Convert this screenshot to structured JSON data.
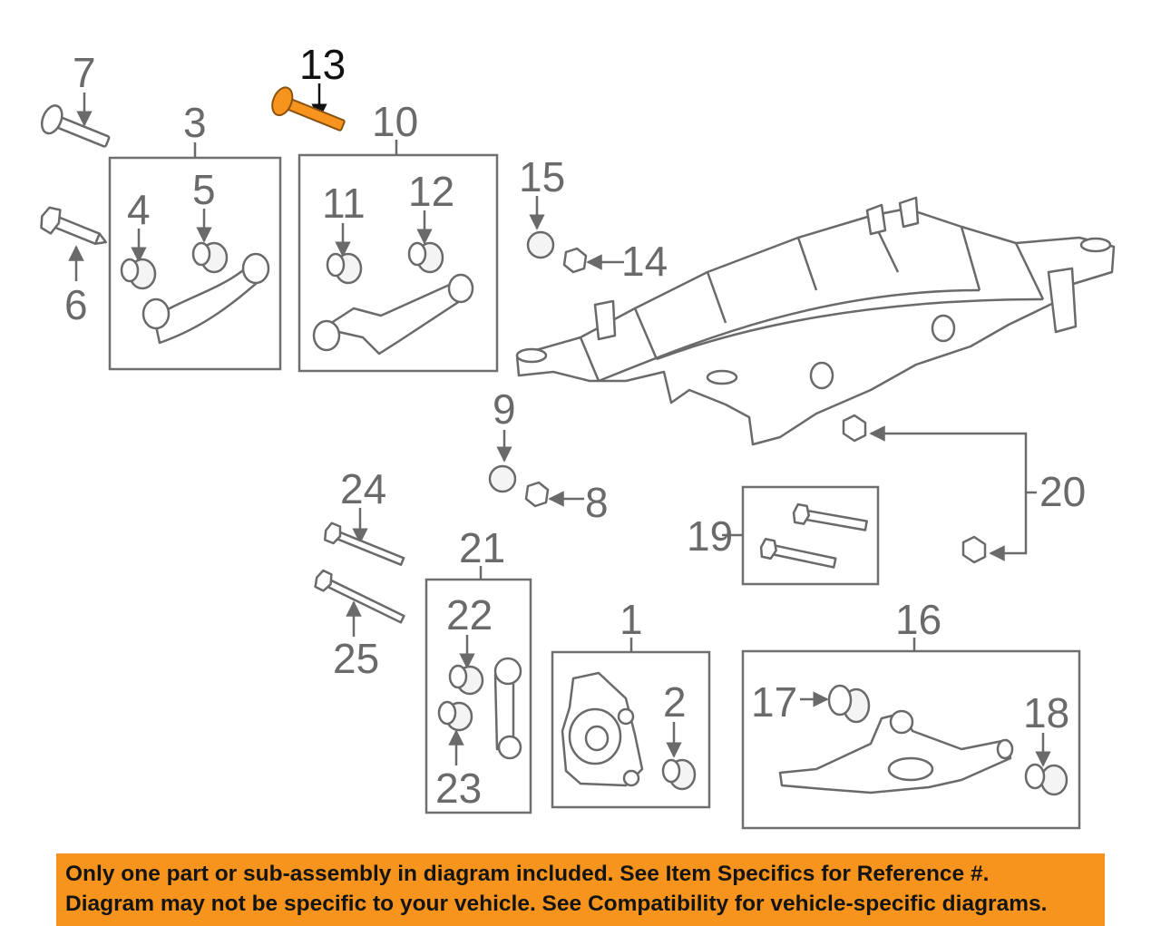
{
  "labels": {
    "c1": "1",
    "c2": "2",
    "c3": "3",
    "c4": "4",
    "c5": "5",
    "c6": "6",
    "c7": "7",
    "c8": "8",
    "c9": "9",
    "c10": "10",
    "c11": "11",
    "c12": "12",
    "c13": "13",
    "c14": "14",
    "c15": "15",
    "c16": "16",
    "c17": "17",
    "c18": "18",
    "c19": "19",
    "c20": "20",
    "c21": "21",
    "c22": "22",
    "c23": "23",
    "c24": "24",
    "c25": "25"
  },
  "highlight": {
    "callout": "13",
    "color": "#f7941d"
  },
  "banner": {
    "line1": "Only one part or sub-assembly in diagram included. See Item Specifics for Reference #.",
    "line2": "Diagram may not be specific to your vehicle. See Compatibility for vehicle-specific diagrams."
  }
}
